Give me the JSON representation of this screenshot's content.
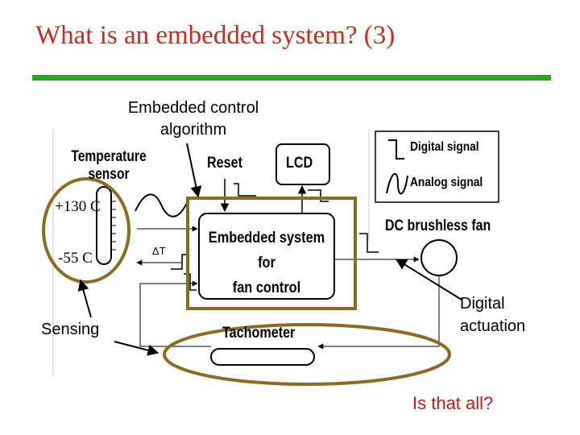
{
  "slide": {
    "title": "What is an embedded system? (3)",
    "colors": {
      "title": "#cc2a1e",
      "rule": "#2aa61a",
      "highlight_box": "#8b6a22",
      "callout_ellipse": "#8b6a22",
      "question": "#c81818"
    }
  },
  "callouts": {
    "algorithm_line1": "Embedded control",
    "algorithm_line2": "algorithm",
    "sensing": "Sensing",
    "actuation_line1": "Digital",
    "actuation_line2": "actuation",
    "question": "Is that all?"
  },
  "diagram": {
    "temp_sensor_line1": "Temperature",
    "temp_sensor_line2": "sensor",
    "temp_high": "+130 C",
    "temp_low": "-55 C",
    "delta_t": "ΔT",
    "reset": "Reset",
    "lcd": "LCD",
    "system_line1": "Embedded system",
    "system_line2": "for",
    "system_line3": "fan control",
    "digital_signal": "Digital signal",
    "analog_signal": "Analog signal",
    "fan": "DC brushless fan",
    "tachometer": "Tachometer"
  }
}
